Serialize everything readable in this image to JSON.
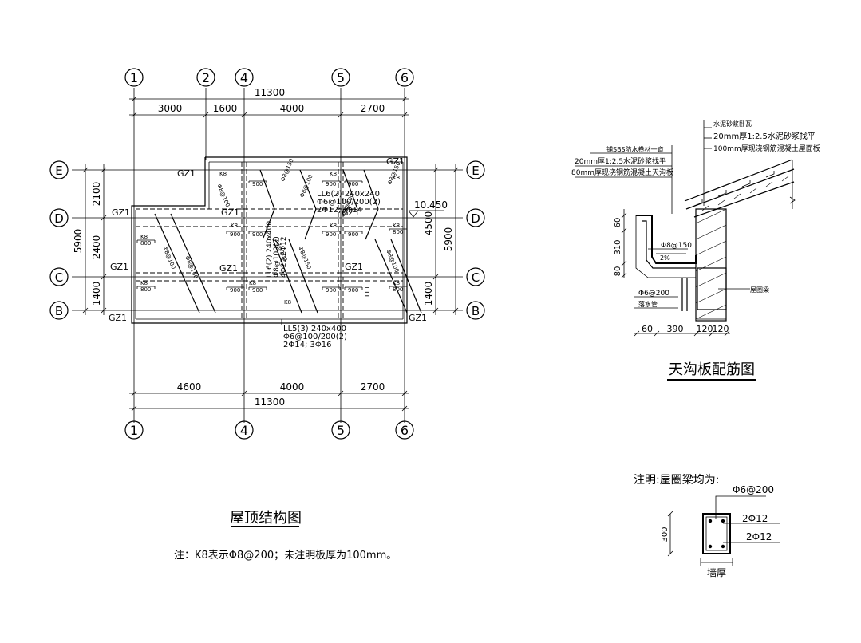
{
  "plan": {
    "axes_top": [
      "1",
      "2",
      "4",
      "5",
      "6"
    ],
    "axes_bottom": [
      "1",
      "4",
      "5",
      "6"
    ],
    "axes_left": [
      "E",
      "D",
      "C",
      "B"
    ],
    "axes_right": [
      "E",
      "D",
      "C",
      "B"
    ],
    "top_overall": "11300",
    "top_segments": [
      "3000",
      "1600",
      "4000",
      "2700"
    ],
    "bottom_segments": [
      "4600",
      "4000",
      "2700"
    ],
    "bottom_overall": "11300",
    "left_segments": [
      "2100",
      "2400",
      "1400"
    ],
    "left_overall": "5900",
    "right_segments": [
      "4500",
      "1400"
    ],
    "right_overall": "5900",
    "elevation": "10.450",
    "gz_label": "GZ1",
    "k8_label": "K8",
    "len_900": "900",
    "len_800": "800",
    "bar_ll_a": "Φ8@100",
    "bar_ll_b": "Φ8@150",
    "ll6": [
      "LL6(2) 240x240",
      "Φ6@100/200(2)",
      "2Φ12;3Φ14"
    ],
    "ll5": [
      "LL5(3) 240x400",
      "Φ6@100/200(2)",
      "2Φ14; 3Φ16"
    ],
    "ll_vert": [
      "LL6(2) 240x400",
      "Φ8@100(2)",
      "4Φ20;2Φ12"
    ],
    "ll1": "LL1",
    "title": "屋顶结构图",
    "note": "注：K8表示Φ8@200；未注明板厚为100mm。"
  },
  "gutter": {
    "layers_top": [
      "水泥砂浆卧瓦",
      "20mm厚1:2.5水泥砂浆找平",
      "100mm厚现浇钢筋混凝土屋面板"
    ],
    "layers_left": [
      "铺SBS防水卷材一道",
      "20mm厚1:2.5水泥砂浆找平",
      "80mm厚现浇钢筋混凝土天沟板"
    ],
    "dims_vertical": [
      "60",
      "310",
      "80"
    ],
    "dims_bottom": [
      "60",
      "390",
      "120",
      "120"
    ],
    "bar_top": "Φ8@150",
    "slope": "2%",
    "bar_bottom": "Φ6@200",
    "drain": "落水管",
    "ring_beam": "屋圈梁",
    "title": "天沟板配筋图"
  },
  "beam": {
    "note": "注明:屋圈梁均为:",
    "stirrup": "Φ6@200",
    "top_bars": "2Φ12",
    "bottom_bars": "2Φ12",
    "height": "300",
    "width_label": "墙厚"
  }
}
